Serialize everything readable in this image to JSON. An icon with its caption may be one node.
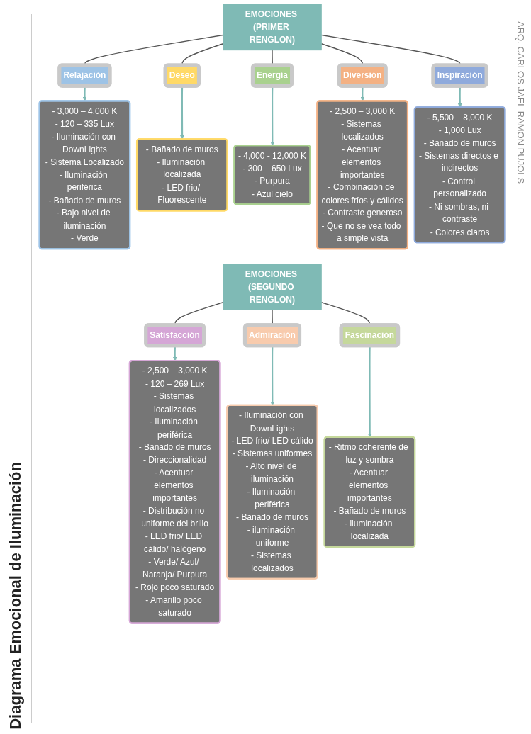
{
  "diagram": {
    "title": "Diagrama Emocional de Iluminación",
    "nodes": [
      {
        "text": [
          "- 3,000 – 4,000 K",
          "- 120 – 335 Lux",
          "- Iluminación con DownLights",
          "- Sistema Localizado",
          "- Iluminación periférica",
          "- Bañado de muros",
          "- Bajo nivel de iluminación",
          "- Verde"
        ]
      },
      {
        "text": [
          "- Bañado de muros",
          "- Iluminación localizada",
          "- LED frio/ Fluorescente"
        ]
      },
      {
        "text": [
          "- 4,000 - 12,000 K",
          "- 300 – 650 Lux",
          "- Purpura",
          "- Azul cielo"
        ]
      },
      {
        "text": [
          "Relajación"
        ]
      },
      {
        "text": [
          "Deseo"
        ]
      },
      {
        "text": [
          "Energía"
        ]
      },
      {
        "text": [
          "EMOCIONES (PRIMER RENGLON)"
        ]
      },
      {
        "text": [
          "Diversión"
        ]
      },
      {
        "text": [
          "Inspiración"
        ]
      },
      {
        "text": [
          "- 2,500 – 3,000 K",
          "- Sistemas localizados",
          "- Acentuar elementos importantes",
          "- Combinación de colores fríos y cálidos",
          "- Contraste generoso",
          "- Que no se vea todo a simple vista"
        ]
      },
      {
        "text": [
          "- 5,500 – 8,000 K",
          "- 1,000 Lux",
          "- Bañado de muros",
          "- Sistemas directos e indirectos",
          "- Control personalizado",
          "- Ni sombras, ni contraste",
          "- Colores claros"
        ]
      },
      {
        "text": [
          "EMOCIONES (SEGUNDO RENGLON)"
        ]
      },
      {
        "text": [
          "Satisfacción"
        ]
      },
      {
        "text": [
          "Admiración"
        ]
      },
      {
        "text": [
          "Fascinación"
        ]
      },
      {
        "text": [
          "- 2,500 – 3,000 K",
          "- 120 – 269 Lux",
          "- Sistemas localizados",
          "- Iluminación periférica",
          "- Bañado de muros",
          "- Direccionalidad",
          "- Acentuar elementos importantes",
          "- Distribución no uniforme del brillo",
          "- LED frio/ LED cálido/ halógeno",
          "- Verde/ Azul/ Naranja/ Purpura",
          "- Rojo poco saturado",
          "- Amarillo poco saturado"
        ]
      },
      {
        "text": [
          "- Iluminación con DownLights",
          "- LED frio/ LED cálido",
          "- Sistemas uniformes",
          "- Alto nivel de iluminación",
          "- Iluminación periférica",
          "- Bañado de muros",
          "- iluminación uniforme",
          "- Sistemas localizados"
        ]
      },
      {
        "text": [
          "- Ritmo coherente de luz y sombra",
          "- Acentuar elementos importantes",
          "- Bañado de muros",
          "- iluminación localizada"
        ]
      }
    ],
    "edges": [
      {
        "from": 6,
        "to": 3,
        "arrow": "none"
      },
      {
        "from": 6,
        "to": 4,
        "arrow": "none"
      },
      {
        "from": 6,
        "to": 5,
        "arrow": "none"
      },
      {
        "from": 6,
        "to": 7,
        "arrow": "none"
      },
      {
        "from": 6,
        "to": 8,
        "arrow": "none"
      },
      {
        "from": 3,
        "to": 0,
        "arrow": "to",
        "color": "#7fbab5"
      },
      {
        "from": 4,
        "to": 1,
        "arrow": "to",
        "color": "#7fbab5"
      },
      {
        "from": 5,
        "to": 2,
        "arrow": "to",
        "color": "#7fbab5"
      },
      {
        "from": 7,
        "to": 9,
        "arrow": "to",
        "color": "#7fbab5"
      },
      {
        "from": 8,
        "to": 10,
        "arrow": "to",
        "color": "#7fbab5"
      },
      {
        "from": 11,
        "to": 12,
        "arrow": "none"
      },
      {
        "from": 11,
        "to": 13,
        "arrow": "none"
      },
      {
        "from": 11,
        "to": 14,
        "arrow": "none"
      },
      {
        "from": 12,
        "to": 15,
        "arrow": "to",
        "color": "#7fbab5"
      },
      {
        "from": 13,
        "to": 16,
        "arrow": "to",
        "color": "#7fbab5"
      },
      {
        "from": 14,
        "to": 17,
        "arrow": "to",
        "color": "#7fbab5"
      }
    ],
    "labels": [
      "ARQ. CARLOS JAEL RAMON PUJOLS"
    ]
  }
}
